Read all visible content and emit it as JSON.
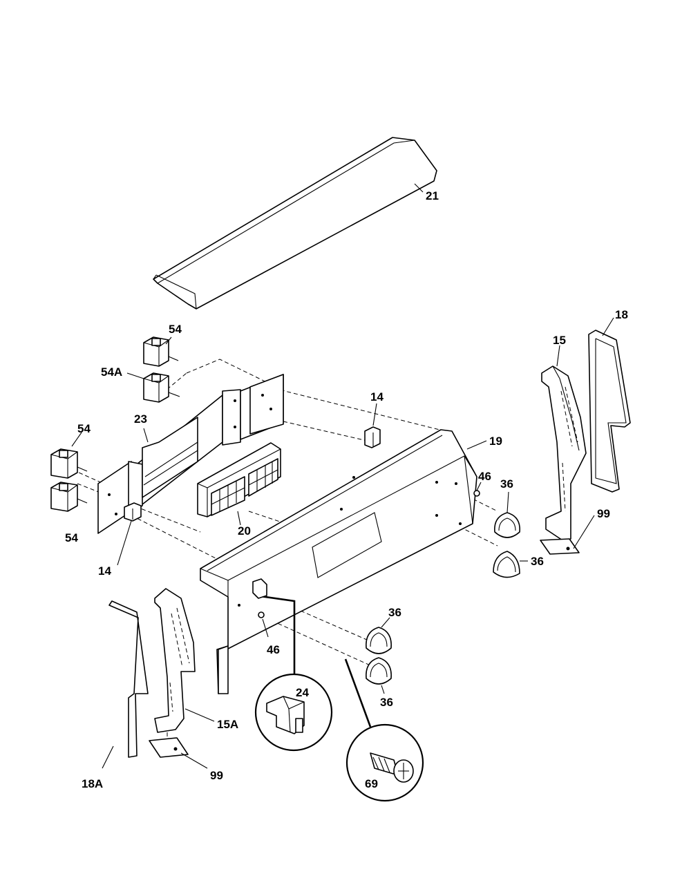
{
  "callouts": {
    "c21": "21",
    "c18": "18",
    "c15": "15",
    "c54_top": "54",
    "c54a": "54A",
    "c14_top": "14",
    "c23": "23",
    "c54_mid": "54",
    "c19": "19",
    "c46_right": "46",
    "c36_right_top": "36",
    "c99_right": "99",
    "c54_bottom": "54",
    "c20": "20",
    "c36_right_bottom": "36",
    "c14_left": "14",
    "c36_mid_top": "36",
    "c46_left": "46",
    "c24": "24",
    "c36_mid_bottom": "36",
    "c15a": "15A",
    "c69": "69",
    "c99_left": "99",
    "c18a": "18A"
  }
}
